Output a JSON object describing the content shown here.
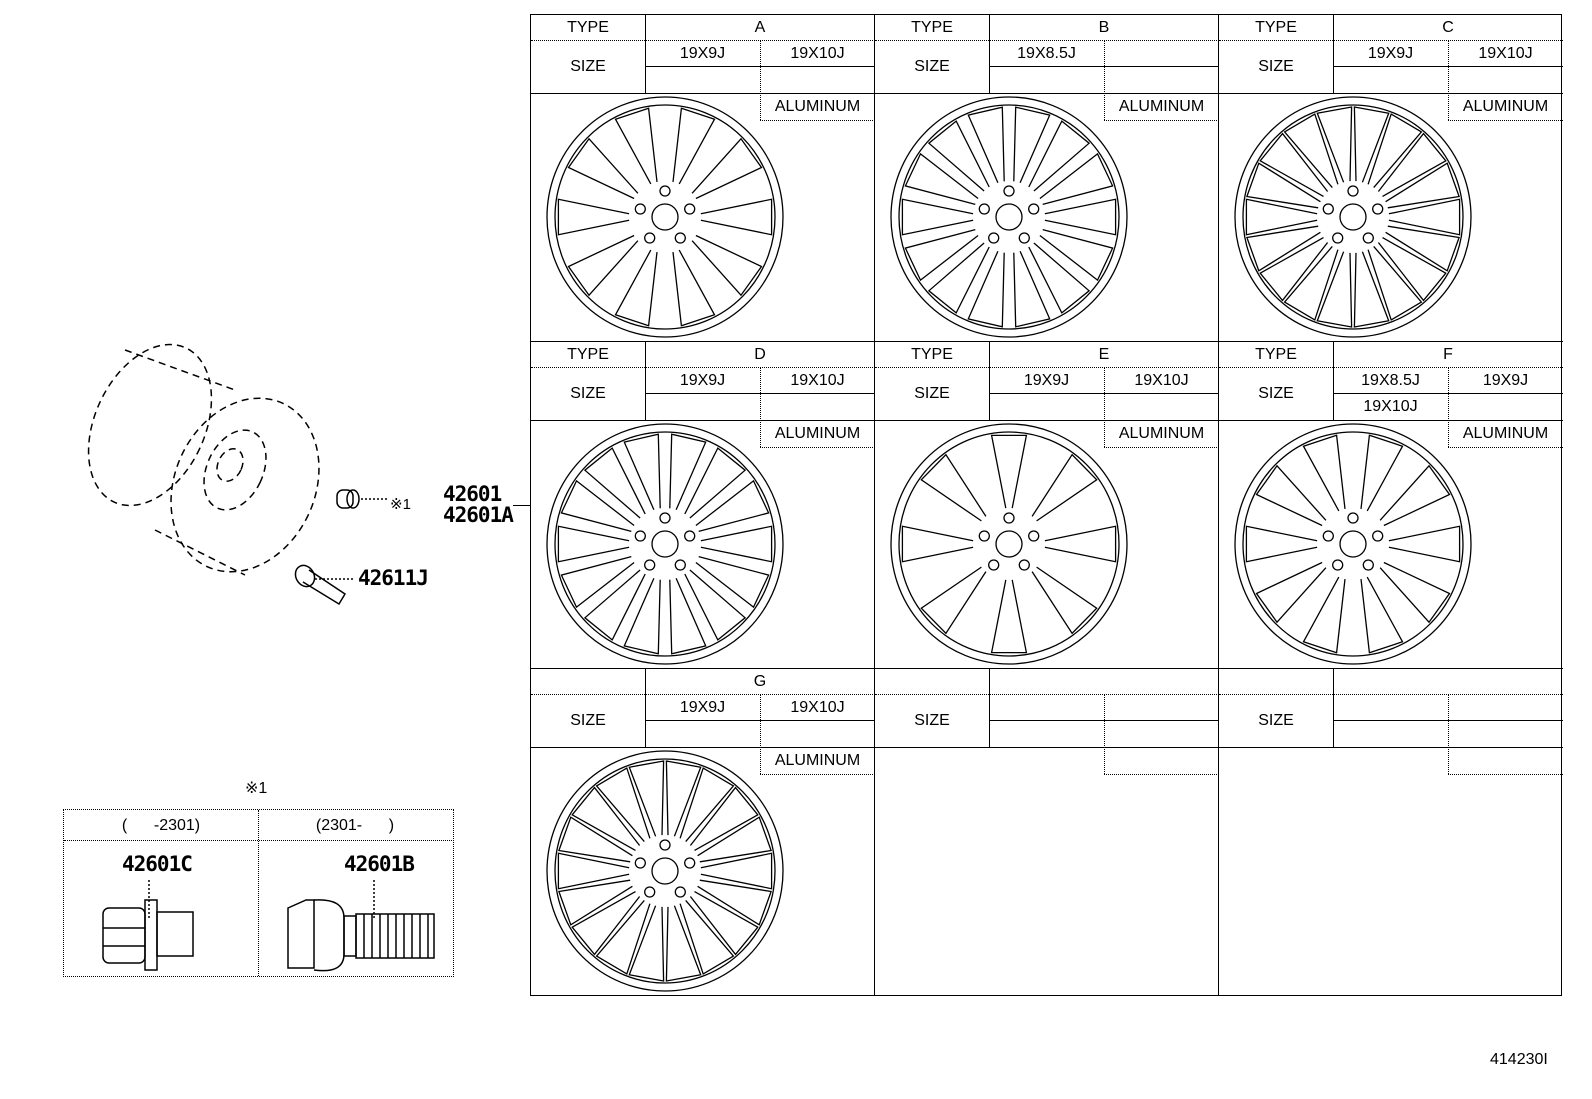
{
  "diagram": {
    "figure_id": "414230I",
    "callouts": {
      "wheel_part": [
        "42601",
        "42601A"
      ],
      "valve": "42611J",
      "nut_ref": "※1"
    },
    "lug_table": {
      "title": "※1",
      "columns": [
        {
          "range": "(      -2301)",
          "part": "42601C"
        },
        {
          "range": "(2301-      )",
          "part": "42601B"
        }
      ]
    },
    "wheel_types": [
      {
        "type_label": "TYPE",
        "type": "A",
        "size_label": "SIZE",
        "sizes": [
          "19X9J",
          "19X10J",
          "",
          ""
        ],
        "material": "ALUMINUM"
      },
      {
        "type_label": "TYPE",
        "type": "B",
        "size_label": "SIZE",
        "sizes": [
          "19X8.5J",
          "",
          "",
          ""
        ],
        "material": "ALUMINUM"
      },
      {
        "type_label": "TYPE",
        "type": "C",
        "size_label": "SIZE",
        "sizes": [
          "19X9J",
          "19X10J",
          "",
          ""
        ],
        "material": "ALUMINUM"
      },
      {
        "type_label": "TYPE",
        "type": "D",
        "size_label": "SIZE",
        "sizes": [
          "19X9J",
          "19X10J",
          "",
          ""
        ],
        "material": "ALUMINUM"
      },
      {
        "type_label": "TYPE",
        "type": "E",
        "size_label": "SIZE",
        "sizes": [
          "19X9J",
          "19X10J",
          "",
          ""
        ],
        "material": "ALUMINUM"
      },
      {
        "type_label": "TYPE",
        "type": "F",
        "size_label": "SIZE",
        "sizes": [
          "19X8.5J",
          "19X9J",
          "19X10J",
          ""
        ],
        "material": "ALUMINUM"
      },
      {
        "type_label": "",
        "type": "G",
        "size_label": "SIZE",
        "sizes": [
          "19X9J",
          "19X10J",
          "",
          ""
        ],
        "material": "ALUMINUM"
      },
      {
        "type_label": "",
        "type": "",
        "size_label": "SIZE",
        "sizes": [
          "",
          "",
          "",
          ""
        ],
        "material": ""
      },
      {
        "type_label": "",
        "type": "",
        "size_label": "SIZE",
        "sizes": [
          "",
          "",
          "",
          ""
        ],
        "material": ""
      }
    ]
  }
}
